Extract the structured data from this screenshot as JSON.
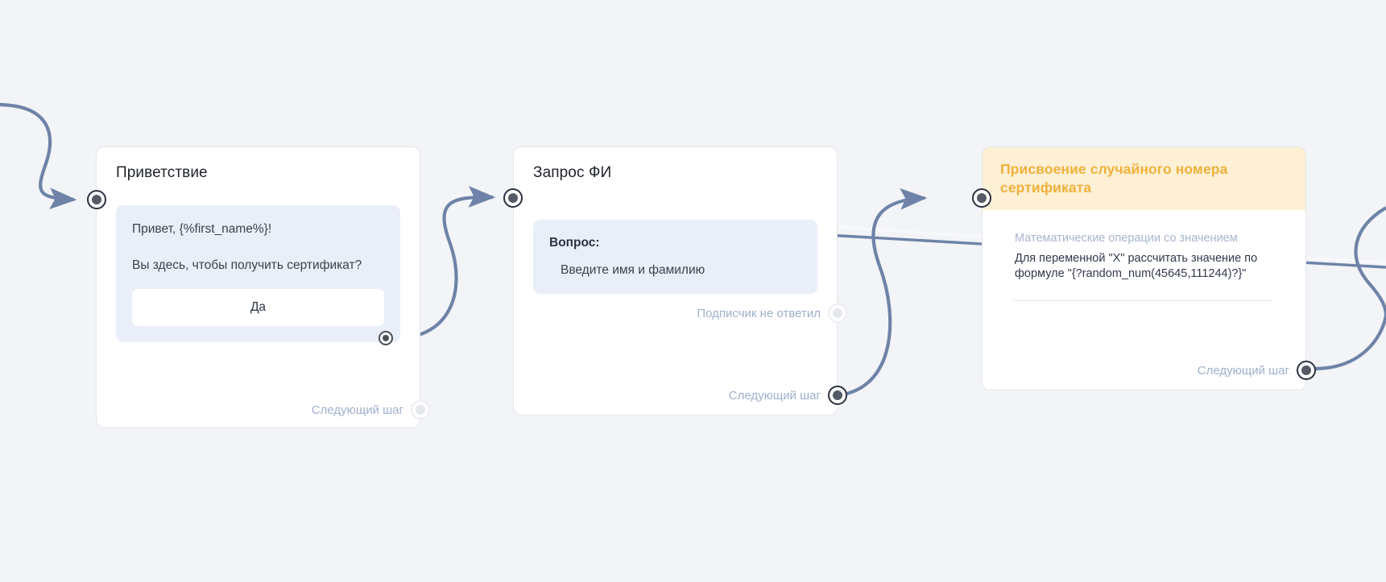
{
  "canvas": {
    "background_color": "#f2f4f7",
    "edge_color": "#6f83a8",
    "accent_color": "#f0b13c",
    "bubble_color": "#e9eef8",
    "muted_text_color": "#9fb0cc"
  },
  "nodes": [
    {
      "id": "greeting",
      "title": "Приветствие",
      "header_style": "plain",
      "bubble": {
        "lines": [
          "Привет, {%first_name%}!",
          "Вы здесь, чтобы получить сертификат?"
        ],
        "button_label": "Да"
      },
      "ports": [
        {
          "name": "input",
          "label": "",
          "state": "on"
        },
        {
          "name": "button-yes-output",
          "label": "",
          "state": "on"
        },
        {
          "name": "next-step",
          "label": "Следующий шаг",
          "state": "off"
        }
      ]
    },
    {
      "id": "request-name",
      "title": "Запрос ФИ",
      "header_style": "plain",
      "bubble": {
        "label": "Вопрос:",
        "value": "Введите имя и фамилию"
      },
      "ports": [
        {
          "name": "input",
          "label": "",
          "state": "on"
        },
        {
          "name": "no-reply",
          "label": "Подписчик не ответил",
          "state": "off"
        },
        {
          "name": "next-step",
          "label": "Следующий шаг",
          "state": "on"
        }
      ]
    },
    {
      "id": "random-certificate-number",
      "title": "Присвоение случайного номера сертификата",
      "header_style": "accent",
      "operation": {
        "kind": "Математические операции со значением",
        "description": "Для переменной \"X\" рассчитать значение по формуле \"{?random_num(45645,111244)?}\""
      },
      "ports": [
        {
          "name": "input",
          "label": "",
          "state": "on"
        },
        {
          "name": "next-step",
          "label": "Следующий шаг",
          "state": "on"
        }
      ]
    }
  ]
}
